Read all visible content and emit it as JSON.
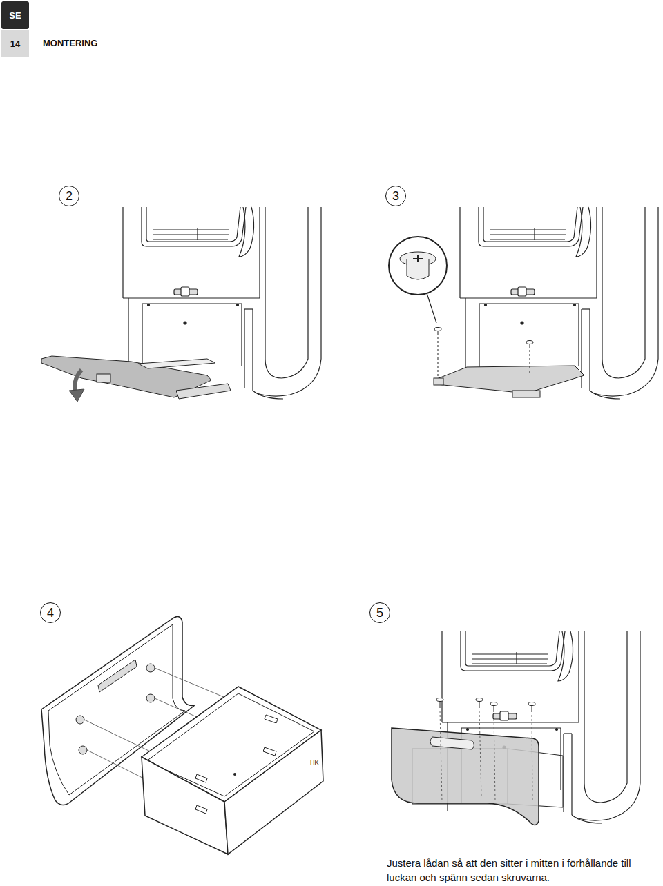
{
  "diagram": {
    "title": "MONTERING",
    "caption": "Justera lådan så att den sitter i mitten i förhållande till luckan och spänn sedan skruvarna.",
    "nodes": [
      {
        "text": [
          "SE"
        ]
      },
      {
        "text": [
          "14"
        ]
      },
      {
        "text": [
          "2"
        ]
      },
      {
        "text": [
          "3"
        ]
      },
      {
        "text": [
          "4"
        ]
      },
      {
        "text": [
          "5"
        ]
      }
    ],
    "labels": [
      "HK"
    ]
  }
}
